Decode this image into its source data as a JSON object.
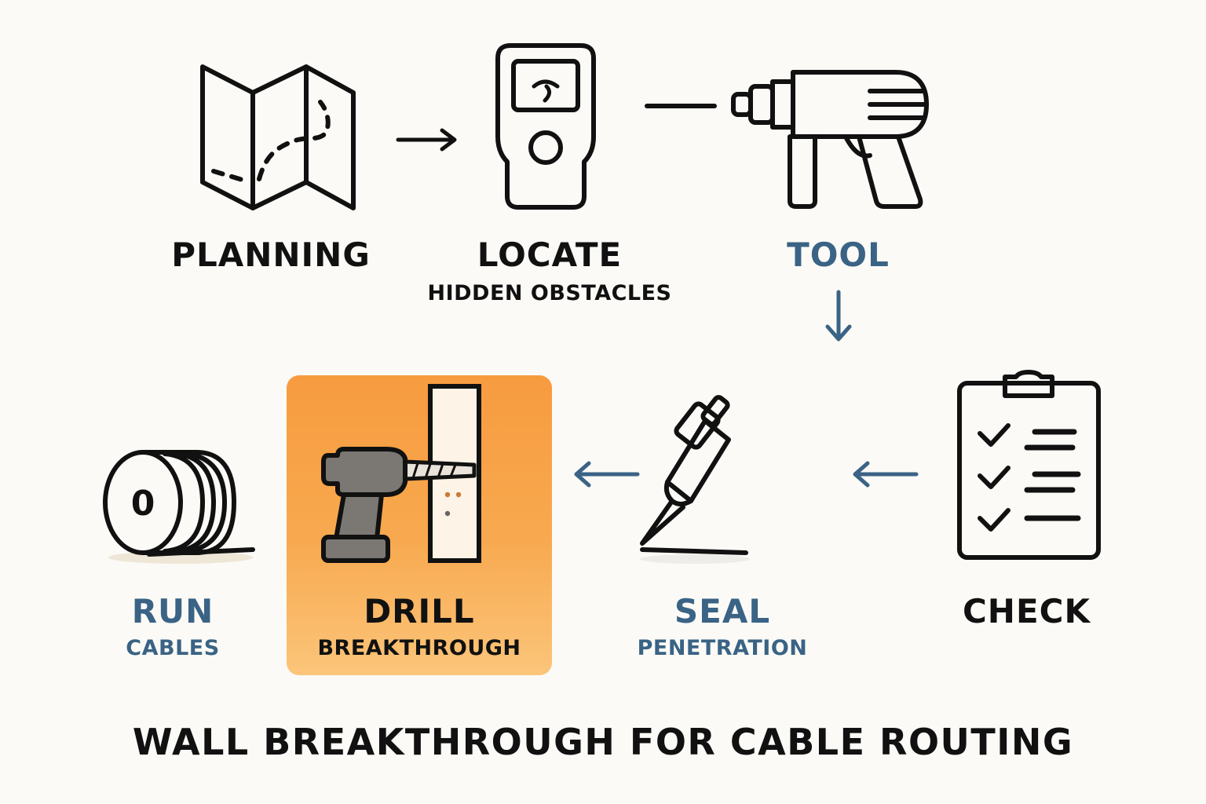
{
  "title": "WALL BREAKTHROUGH FOR CABLE ROUTING",
  "colors": {
    "background": "#fbfaf6",
    "ink": "#111111",
    "accent_blue": "#3a6385",
    "highlight_orange": "#f79b3f"
  },
  "steps": [
    {
      "id": "planning",
      "icon": "folded-map-icon",
      "label": "PLANNING",
      "sublabel": ""
    },
    {
      "id": "locate",
      "icon": "stud-finder-icon",
      "label": "LOCATE",
      "sublabel": "HIDDEN OBSTACLES"
    },
    {
      "id": "tool",
      "icon": "power-drill-icon",
      "label": "TOOL",
      "sublabel": ""
    },
    {
      "id": "check",
      "icon": "checklist-clipboard-icon",
      "label": "CHECK",
      "sublabel": ""
    },
    {
      "id": "seal",
      "icon": "caulk-gun-icon",
      "label": "SEAL",
      "sublabel": "PENETRATION"
    },
    {
      "id": "drill",
      "icon": "drill-through-wall-icon",
      "label": "DRILL",
      "sublabel": "BREAKTHROUGH",
      "highlighted": true
    },
    {
      "id": "run",
      "icon": "cable-spool-icon",
      "label": "RUN",
      "sublabel": "CABLES"
    }
  ],
  "spool_mark": "0",
  "connectors": [
    {
      "from": "planning",
      "to": "locate",
      "icon": "arrow-right-icon"
    },
    {
      "from": "locate",
      "to": "tool",
      "icon": "line-connector-icon"
    },
    {
      "from": "tool",
      "to": "check",
      "icon": "arrow-down-icon"
    },
    {
      "from": "check",
      "to": "seal",
      "icon": "arrow-left-icon"
    },
    {
      "from": "seal",
      "to": "drill",
      "icon": "arrow-left-icon"
    }
  ]
}
